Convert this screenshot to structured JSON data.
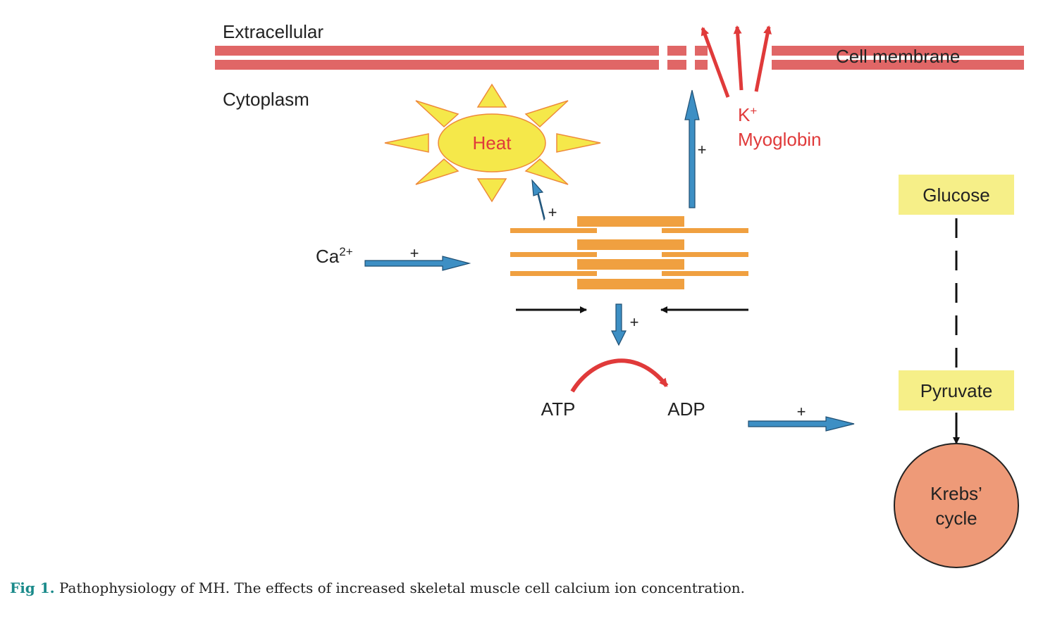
{
  "labels": {
    "extracellular": "Extracellular",
    "cytoplasm": "Cytoplasm",
    "cell_membrane": "Cell membrane",
    "heat": "Heat",
    "potassium": "K",
    "potassium_sup": "+",
    "myoglobin": "Myoglobin",
    "calcium": "Ca",
    "calcium_sup": "2+",
    "glucose": "Glucose",
    "pyruvate": "Pyruvate",
    "krebs_line1": "Krebs’",
    "krebs_line2": "cycle",
    "atp": "ATP",
    "adp": "ADP",
    "plus": "+"
  },
  "caption": {
    "label": "Fig 1.",
    "text": " Pathophysiology of MH. The effects of increased skeletal muscle cell calcium ion concentration."
  },
  "colors": {
    "membrane": "#e06666",
    "red_text": "#e03a3a",
    "blue_arrow": "#3d8fc4",
    "sarcomere": "#f0a040",
    "sun": "#f5e84a",
    "sun_stroke": "#ee8a3a",
    "box": "#f6ef88",
    "krebs": "#ee9a78"
  }
}
